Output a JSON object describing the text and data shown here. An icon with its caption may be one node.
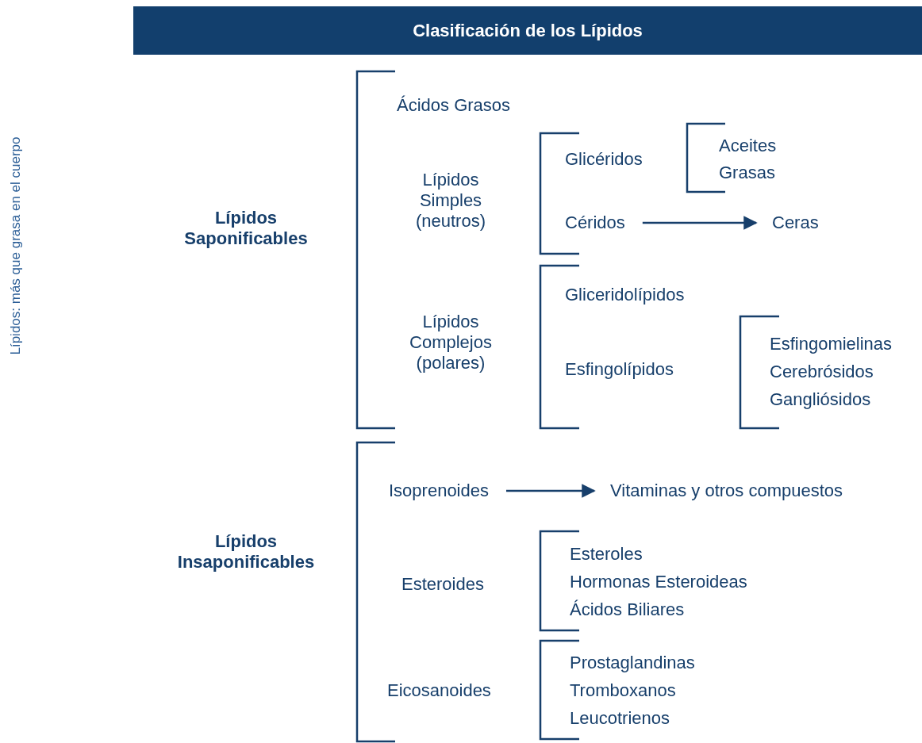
{
  "diagram": {
    "title": "Clasificación de los Lípidos",
    "nodes": [
      {
        "text": [
          "Céridos"
        ]
      },
      {
        "text": [
          "Ceras"
        ]
      },
      {
        "text": [
          "Isoprenoides"
        ]
      },
      {
        "text": [
          "Vitaminas y otros compuestos"
        ]
      }
    ],
    "edges": [
      {
        "from": 0,
        "to": 1,
        "arrow": "to"
      },
      {
        "from": 2,
        "to": 3,
        "arrow": "to"
      }
    ],
    "labels": [
      "Lípidos: más que grasa en el cuerpo",
      "Lípidos Saponificables",
      "Ácidos Grasos",
      "Lípidos Simples (neutros)",
      "Glicéridos",
      "Aceites",
      "Grasas",
      "Lípidos Complejos (polares)",
      "Gliceridolípidos",
      "Esfingolípidos",
      "Esfingomielinas",
      "Cerebrósidos",
      "Gangliósidos",
      "Lípidos Insaponificables",
      "Esteroides",
      "Esteroles",
      "Hormonas Esteroideas",
      "Ácidos Biliares",
      "Eicosanoides",
      "Prostaglandinas",
      "Tromboxanos",
      "Leucotrienos"
    ]
  }
}
